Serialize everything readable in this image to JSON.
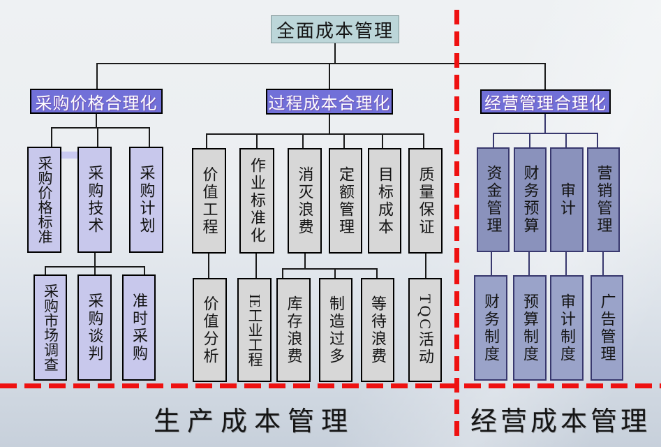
{
  "diagram": {
    "root": "全面成本管理",
    "branches": [
      {
        "header": "采购价格合理化",
        "children": [
          "采购价格标准",
          "采购技术",
          "采购计划"
        ],
        "grandchildren": [
          "采购市场调查",
          "采购谈判",
          "准时采购"
        ]
      },
      {
        "header": "过程成本合理化",
        "children": [
          "价值工程",
          "作业标准化",
          "消灭浪费",
          "定额管理",
          "目标成本",
          "质量保证"
        ],
        "grandchildren": [
          "价值分析",
          "IE工业工程",
          "库存浪费",
          "制造过多",
          "等待浪费",
          "TQC活动"
        ]
      },
      {
        "header": "经营管理合理化",
        "children": [
          "资金管理",
          "财务预算",
          "审计",
          "营销管理"
        ],
        "grandchildren": [
          "财务制度",
          "预算制度",
          "审计制度",
          "广告管理"
        ]
      }
    ],
    "footer": {
      "left_label": "生产成本管理",
      "right_label": "经营成本管理"
    },
    "colors": {
      "background_top": "#eef1f3",
      "background_bottom": "#c7d0db",
      "root_box_bg": "#bcd6d9",
      "root_box_border": "#7f9596",
      "header_box_bg": "#7170d8",
      "header_text": "#ffffff",
      "purple_box_bg": "#c8c8ec",
      "gray_box_bg": "#d7d7d7",
      "navy_box_bg": "#8a92bc",
      "navy_light_box_bg": "#9aa3c9",
      "navy_border": "#38386e",
      "line_color": "#1a1a1a",
      "divider_red": "#ee1111",
      "footer_text": "#151515"
    }
  }
}
